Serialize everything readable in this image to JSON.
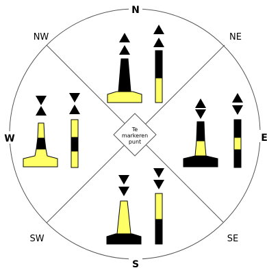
{
  "compass": {
    "north": "N",
    "east": "E",
    "south": "S",
    "west": "W",
    "northeast": "NE",
    "northwest": "NW",
    "southeast": "SE",
    "southwest": "SW"
  },
  "center": {
    "line1": "Te",
    "line2": "markeren",
    "line3": "punt"
  },
  "marks": [
    {
      "quadrant": "north",
      "topmark": "two cones pointing up",
      "colors": "black over yellow"
    },
    {
      "quadrant": "east",
      "topmark": "two cones base to base",
      "colors": "black-yellow-black"
    },
    {
      "quadrant": "south",
      "topmark": "two cones pointing down",
      "colors": "yellow over black"
    },
    {
      "quadrant": "west",
      "topmark": "two cones point to point",
      "colors": "yellow-black-yellow"
    }
  ],
  "colors": {
    "yellow": "#ffff66",
    "black": "#000000",
    "lines": "#555555"
  }
}
